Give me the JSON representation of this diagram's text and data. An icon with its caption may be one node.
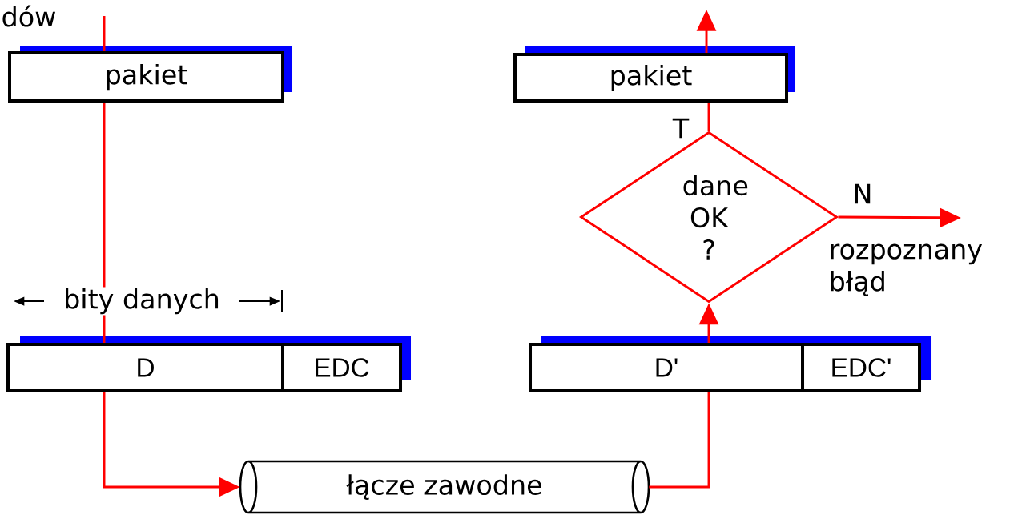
{
  "diagram": {
    "nodes": [
      {
        "text": [
          "pakiet"
        ]
      },
      {
        "text": [
          "D"
        ]
      },
      {
        "text": [
          "EDC"
        ]
      },
      {
        "text": [
          "łącze zawodne"
        ]
      },
      {
        "text": [
          "D'"
        ]
      },
      {
        "text": [
          "EDC'"
        ]
      },
      {
        "text": [
          "dane OK ?"
        ]
      },
      {
        "text": [
          "pakiet"
        ]
      }
    ],
    "edges": [
      {
        "from": null,
        "to": 0,
        "arrow": "none"
      },
      {
        "from": 0,
        "to": 1,
        "arrow": "none"
      },
      {
        "from": 1,
        "to": 3,
        "arrow": "to"
      },
      {
        "from": 3,
        "to": 4,
        "arrow": "none"
      },
      {
        "from": 4,
        "to": 6,
        "arrow": "to"
      },
      {
        "from": 6,
        "to": 7,
        "arrow": "none",
        "label": "T"
      },
      {
        "from": 7,
        "to": null,
        "arrow": "to"
      },
      {
        "from": 6,
        "to": null,
        "arrow": "to",
        "label": "N"
      }
    ],
    "labels": [
      "dów",
      "bity danych",
      "rozpoznany błąd"
    ]
  }
}
